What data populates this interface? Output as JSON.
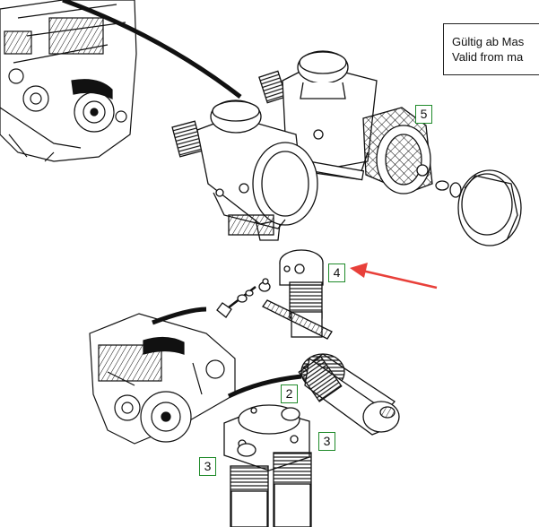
{
  "validity_note": {
    "line1": "Gültig ab Mas",
    "line2": "Valid from ma"
  },
  "callouts": [
    {
      "id": "callout-5",
      "label": "5"
    },
    {
      "id": "callout-4",
      "label": "4"
    },
    {
      "id": "callout-2",
      "label": "2"
    },
    {
      "id": "callout-3-right",
      "label": "3"
    },
    {
      "id": "callout-3-left",
      "label": "3"
    }
  ],
  "colors": {
    "ink": "#111111",
    "callout_border": "#1f8a2a",
    "highlight_arrow": "#e8403a"
  }
}
